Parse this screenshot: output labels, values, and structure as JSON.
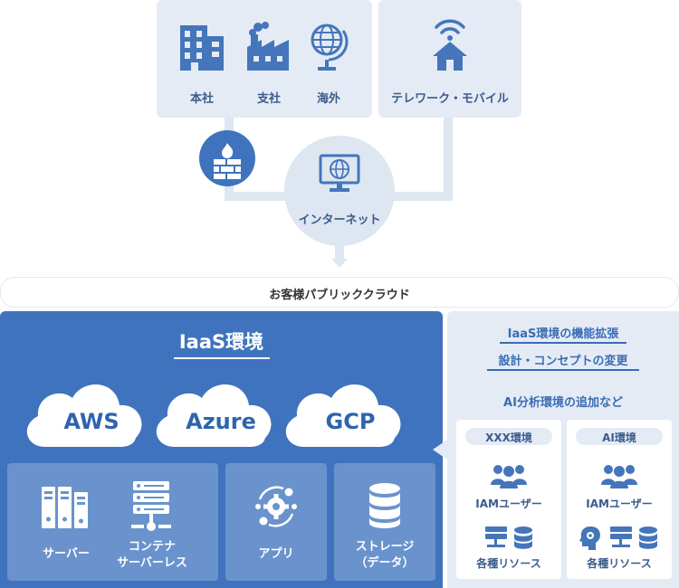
{
  "top": {
    "offices": [
      "本社",
      "支社",
      "海外"
    ],
    "telework": "テレワーク・モバイル"
  },
  "internet": {
    "label": "インターネット"
  },
  "cloud_bar": {
    "label": "お客様パブリッククラウド"
  },
  "iaas": {
    "title": "IaaS環境",
    "providers": [
      "AWS",
      "Azure",
      "GCP"
    ],
    "resources": {
      "server": "サーバー",
      "container_l1": "コンテナ",
      "container_l2": "サーバーレス",
      "app": "アプリ",
      "storage_l1": "ストレージ",
      "storage_l2": "（データ）"
    }
  },
  "extension": {
    "line1": "IaaS環境の機能拡張",
    "line2": "設計・コンセプトの変更",
    "line3": "AI分析環境の追加など",
    "envs": [
      {
        "title": "XXX環境",
        "users": "IAMユーザー",
        "resources": "各種リソース"
      },
      {
        "title": "AI環境",
        "users": "IAMユーザー",
        "resources": "各種リソース"
      }
    ]
  },
  "colors": {
    "primary": "#3f73bd",
    "light_panel": "#e4ebf5",
    "tile": "#6a93cd",
    "connector": "#dde6f1"
  }
}
